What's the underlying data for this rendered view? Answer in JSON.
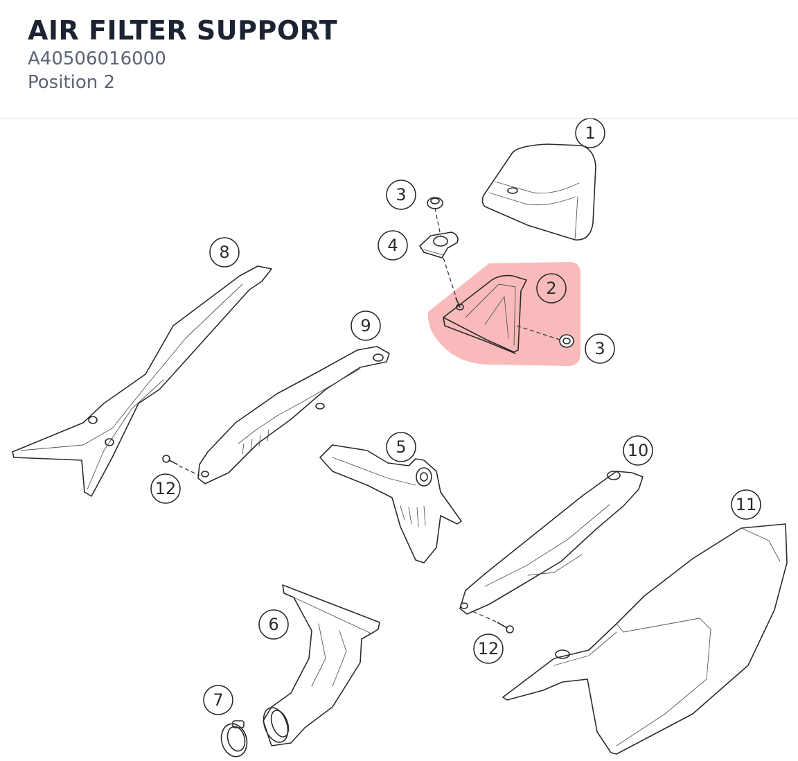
{
  "header": {
    "title": "AIR FILTER SUPPORT",
    "part_number": "A40506016000",
    "position": "Position 2"
  },
  "colors": {
    "highlight": "#f5a0a0",
    "title": "#1c2433",
    "subtitle": "#5b6475",
    "line": "#2a2a2a"
  },
  "diagram": {
    "highlighted_callout": "2",
    "callouts": [
      {
        "id": "c1",
        "label": "1"
      },
      {
        "id": "c2",
        "label": "2"
      },
      {
        "id": "c3a",
        "label": "3"
      },
      {
        "id": "c3b",
        "label": "3"
      },
      {
        "id": "c4",
        "label": "4"
      },
      {
        "id": "c5",
        "label": "5"
      },
      {
        "id": "c6",
        "label": "6"
      },
      {
        "id": "c7",
        "label": "7"
      },
      {
        "id": "c8",
        "label": "8"
      },
      {
        "id": "c9",
        "label": "9"
      },
      {
        "id": "c10",
        "label": "10"
      },
      {
        "id": "c11",
        "label": "11"
      },
      {
        "id": "c12a",
        "label": "12"
      },
      {
        "id": "c12b",
        "label": "12"
      }
    ]
  }
}
